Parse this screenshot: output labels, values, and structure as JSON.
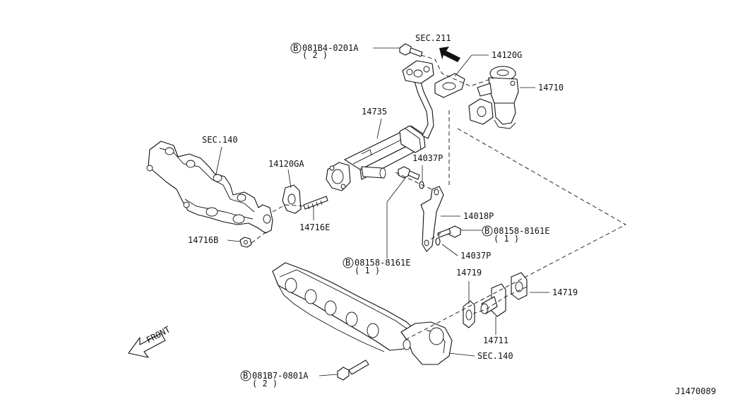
{
  "labels": {
    "sec211": "SEC.211",
    "bolt_top": "081B4-0201A",
    "bolt_top_qty": "( 2 )",
    "p14120G": "14120G",
    "p14710": "14710",
    "p14735": "14735",
    "sec140_top": "SEC.140",
    "p14120GA": "14120GA",
    "p14037P_top": "14037P",
    "p14716E": "14716E",
    "p14716B": "14716B",
    "p14018P": "14018P",
    "bolt_right": "08158-8161E",
    "bolt_right_qty": "( 1 )",
    "bolt_mid": "08158-8161E",
    "bolt_mid_qty": "( 1 )",
    "p14037P_bottom": "14037P",
    "p14719_left": "14719",
    "p14719_right": "14719",
    "p14711": "14711",
    "sec140_bottom": "SEC.140",
    "bolt_bottom": "081B7-0801A",
    "bolt_bottom_qty": "( 2 )",
    "front": "FRONT",
    "diagram_id": "J1470089",
    "b_marker": "B"
  }
}
